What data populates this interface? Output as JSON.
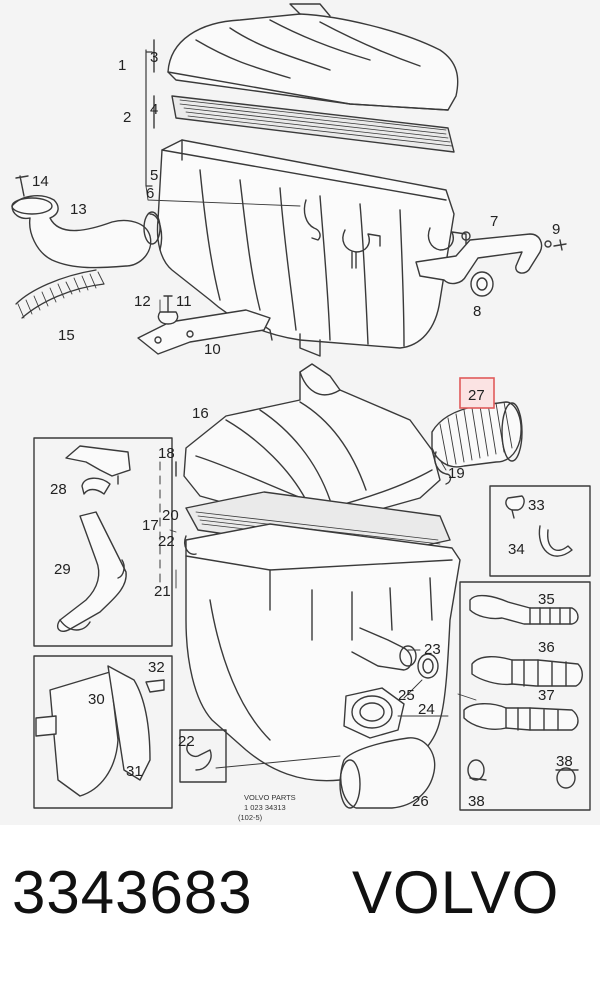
{
  "callouts": [
    {
      "id": "c1",
      "text": "1"
    },
    {
      "id": "c2",
      "text": "2"
    },
    {
      "id": "c3",
      "text": "3"
    },
    {
      "id": "c4",
      "text": "4"
    },
    {
      "id": "c5",
      "text": "5"
    },
    {
      "id": "c6",
      "text": "6"
    },
    {
      "id": "c7",
      "text": "7"
    },
    {
      "id": "c8",
      "text": "8"
    },
    {
      "id": "c9",
      "text": "9"
    },
    {
      "id": "c10",
      "text": "10"
    },
    {
      "id": "c11",
      "text": "11"
    },
    {
      "id": "c12",
      "text": "12"
    },
    {
      "id": "c13",
      "text": "13"
    },
    {
      "id": "c14",
      "text": "14"
    },
    {
      "id": "c15",
      "text": "15"
    },
    {
      "id": "c16",
      "text": "16"
    },
    {
      "id": "c17",
      "text": "17"
    },
    {
      "id": "c18",
      "text": "18"
    },
    {
      "id": "c19",
      "text": "19"
    },
    {
      "id": "c20",
      "text": "20"
    },
    {
      "id": "c21",
      "text": "21"
    },
    {
      "id": "c22a",
      "text": "22"
    },
    {
      "id": "c22b",
      "text": "22"
    },
    {
      "id": "c23",
      "text": "23"
    },
    {
      "id": "c24",
      "text": "24"
    },
    {
      "id": "c25",
      "text": "25"
    },
    {
      "id": "c26",
      "text": "26"
    },
    {
      "id": "c27",
      "text": "27"
    },
    {
      "id": "c28",
      "text": "28"
    },
    {
      "id": "c29",
      "text": "29"
    },
    {
      "id": "c30",
      "text": "30"
    },
    {
      "id": "c31",
      "text": "31"
    },
    {
      "id": "c32",
      "text": "32"
    },
    {
      "id": "c33",
      "text": "33"
    },
    {
      "id": "c34",
      "text": "34"
    },
    {
      "id": "c35",
      "text": "35"
    },
    {
      "id": "c36",
      "text": "36"
    },
    {
      "id": "c37",
      "text": "37"
    },
    {
      "id": "c38a",
      "text": "38"
    },
    {
      "id": "c38b",
      "text": "38"
    }
  ],
  "highlight": {
    "callout": "27",
    "color": "#e05a5a",
    "fill": "#fbe3e3"
  },
  "stamp": {
    "line1": "VOLVO PARTS",
    "line2": "1 023 34313",
    "line3": "(102-5)"
  },
  "footer": {
    "part_number": "3343683",
    "brand": "VOLVO"
  },
  "colors": {
    "line": "#3a3a3a",
    "background": "#f4f4f4"
  }
}
